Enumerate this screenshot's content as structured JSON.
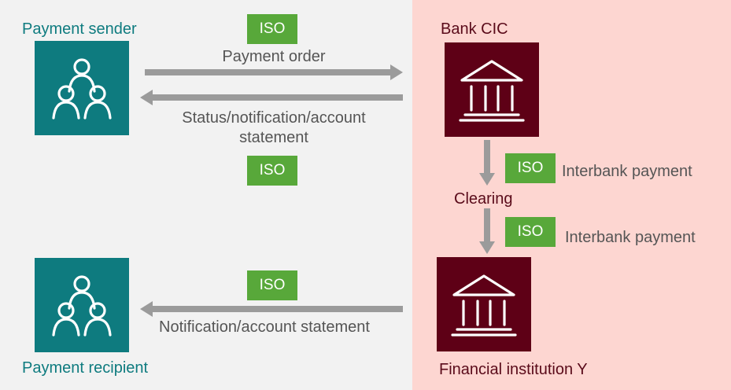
{
  "colors": {
    "left_bg": "#f2f2f2",
    "right_bg": "#fdd6d1",
    "teal": "#0e7b7f",
    "bank": "#5e0016",
    "iso_green": "#58a83a",
    "arrow_grey": "#9b9b9b",
    "label_grey": "#555555",
    "bank_text": "#5a0b1a"
  },
  "sender": {
    "label": "Payment sender",
    "icon": "people-group-icon"
  },
  "recipient": {
    "label": "Payment recipient",
    "icon": "people-group-icon"
  },
  "bank_cic": {
    "label": "Bank CIC",
    "icon": "bank-building-icon"
  },
  "financial_institution": {
    "label": "Financial institution Y",
    "icon": "bank-building-icon"
  },
  "flows": {
    "payment_order": {
      "label": "Payment order",
      "badge": "ISO"
    },
    "status": {
      "line1": "Status/notification/account",
      "line2": "statement",
      "badge": "ISO"
    },
    "interbank_1": {
      "label": "Interbank payment",
      "badge": "ISO"
    },
    "clearing": {
      "label": "Clearing"
    },
    "interbank_2": {
      "label": "Interbank payment",
      "badge": "ISO"
    },
    "notification": {
      "label": "Notification/account statement",
      "badge": "ISO"
    }
  }
}
